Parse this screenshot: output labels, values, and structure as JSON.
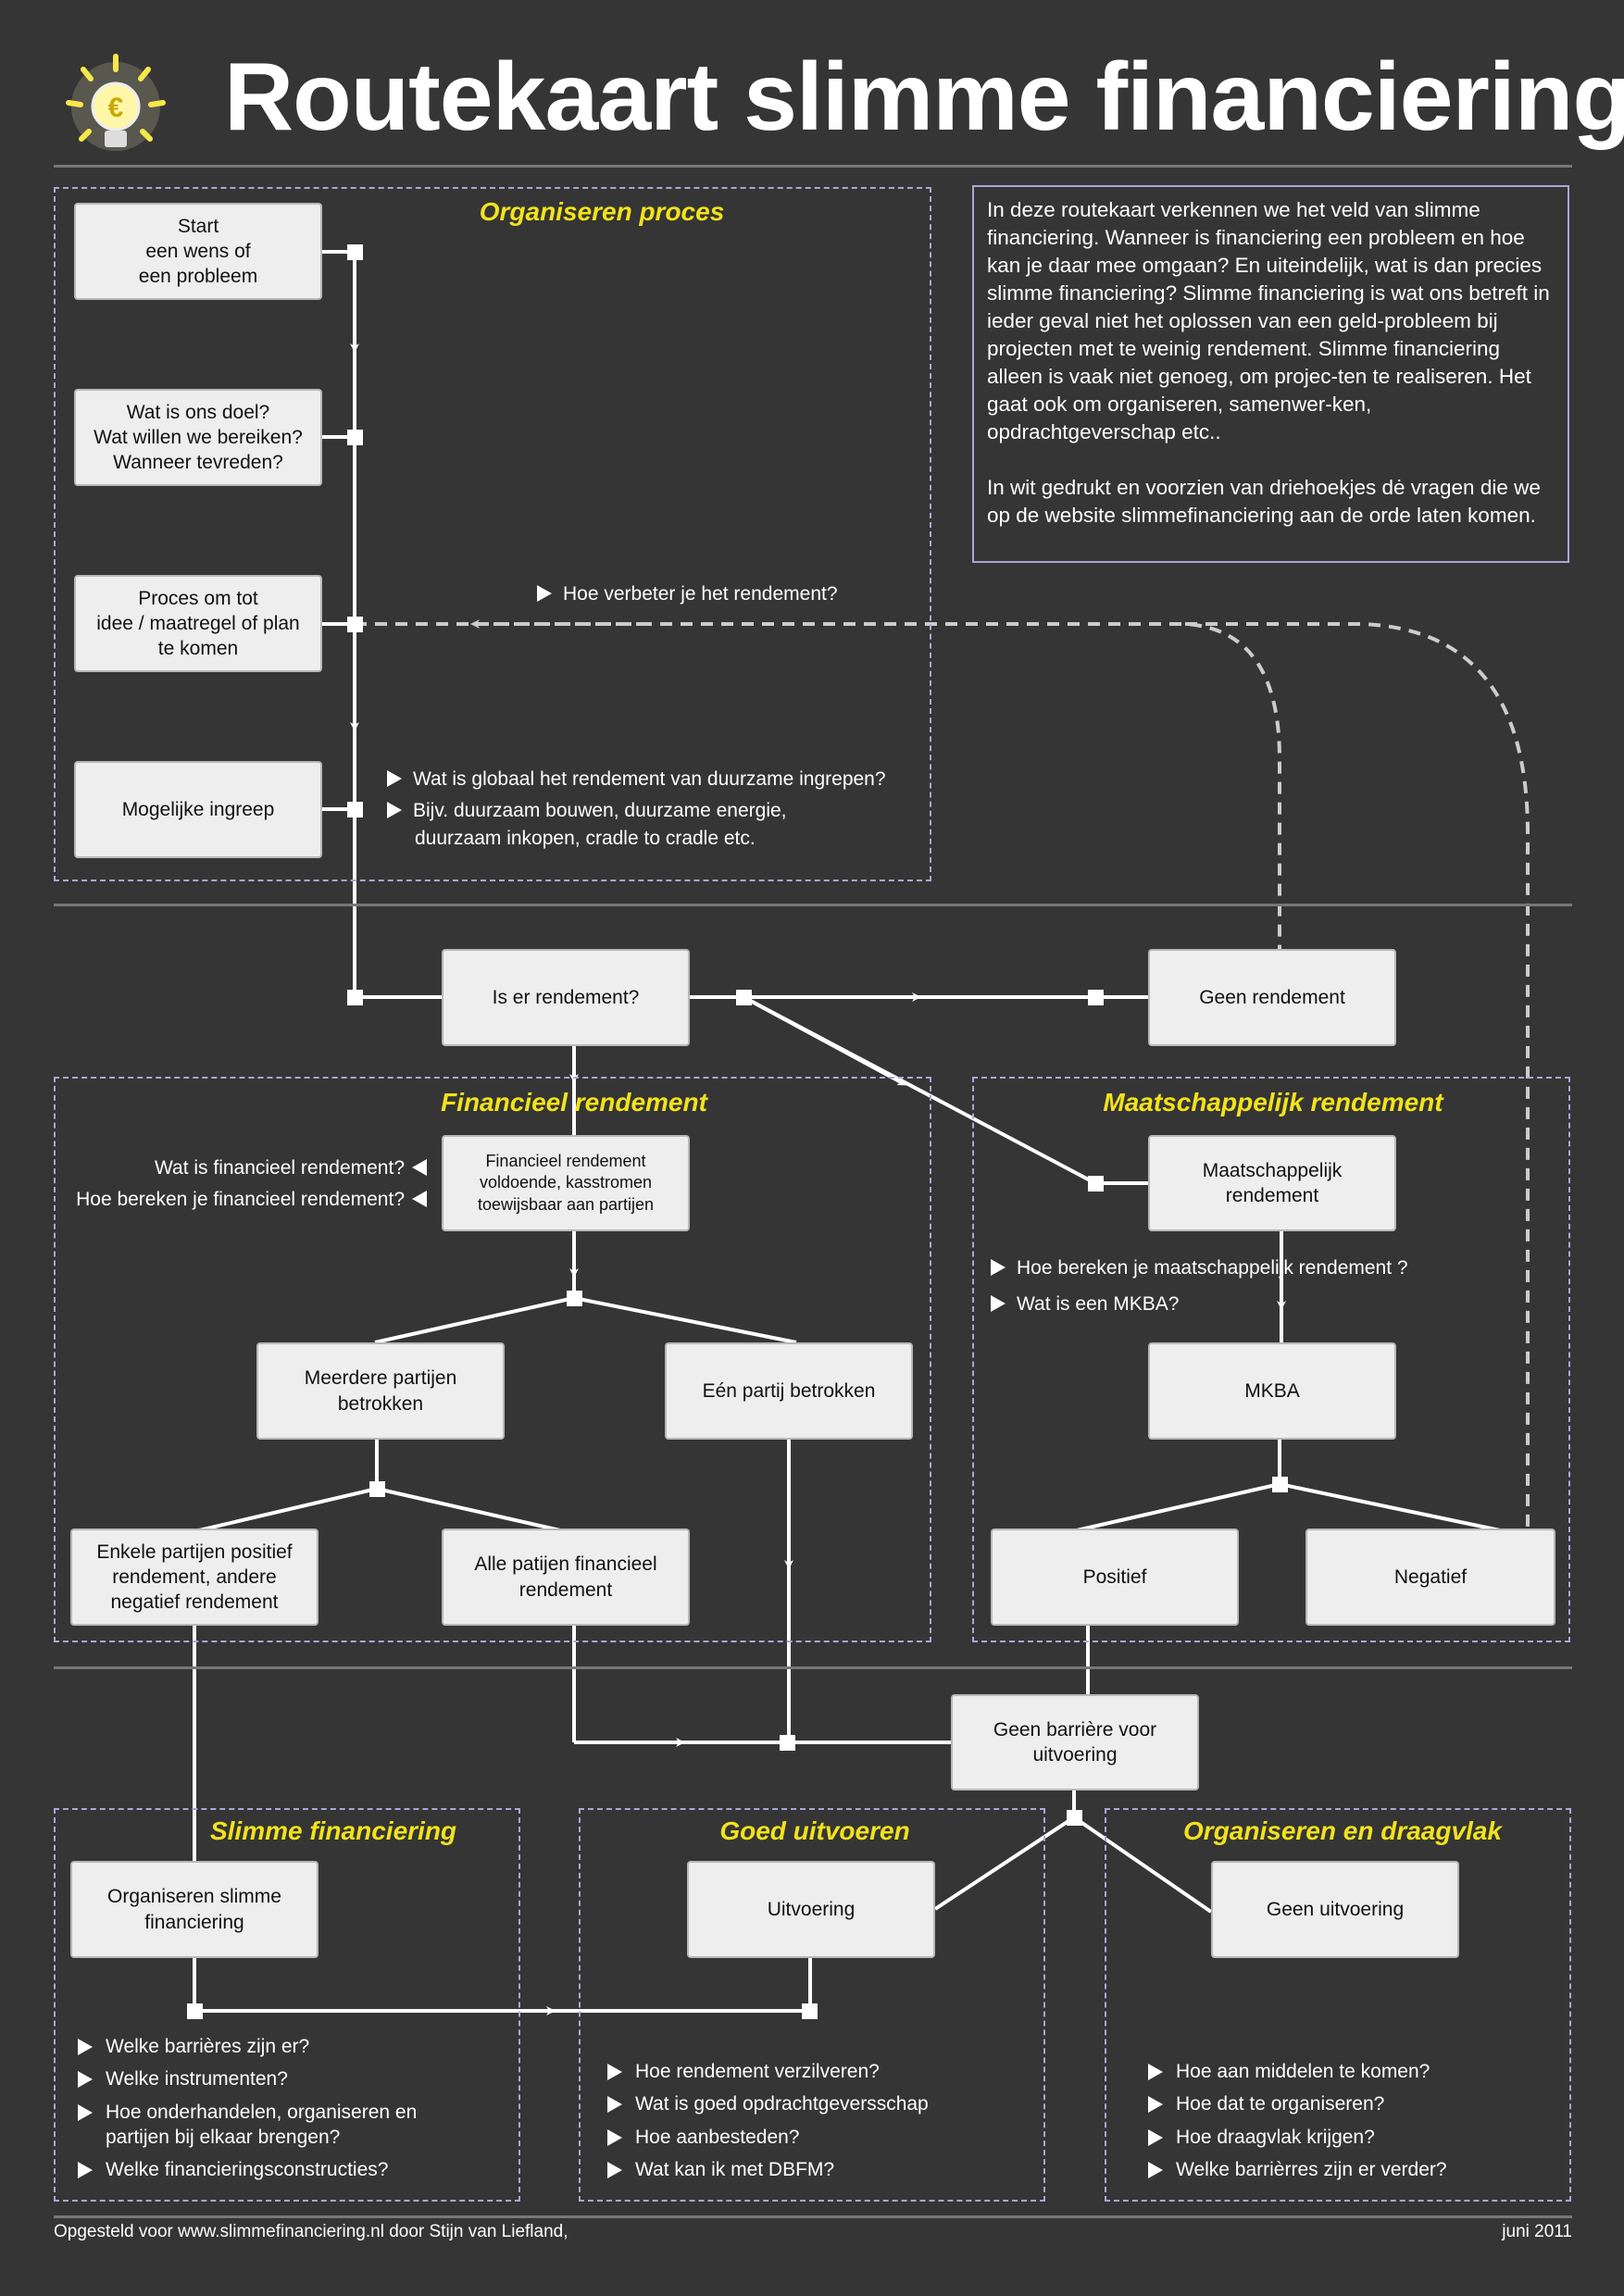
{
  "title": "Routekaart slimme financiering",
  "intro": {
    "paragraph1": "In deze routekaart verkennen we het veld van slimme financiering. Wanneer is financiering een probleem en hoe kan je daar mee omgaan? En uiteindelijk, wat is dan precies slimme financiering? Slimme financiering is wat ons betreft in ieder geval niet het oplossen van een geld-probleem bij projecten met te weinig rendement. Slimme financiering alleen is vaak niet genoeg, om projec-ten te realiseren. Het gaat ook om organiseren, samenwer-ken, opdrachtgeverschap etc..",
    "paragraph2": "In wit gedrukt en voorzien van driehoekjes dė vragen die we op de website slimmefinanciering aan de orde laten komen."
  },
  "sections": {
    "organiseren_proces": "Organiseren proces",
    "financieel_rendement": "Financieel rendement",
    "maatschappelijk_rendement": "Maatschappelijk rendement",
    "slimme_financiering": "Slimme financiering",
    "goed_uitvoeren": "Goed uitvoeren",
    "organiseren_draagvlak": "Organiseren en draagvlak"
  },
  "boxes": {
    "start": "Start\neen wens of\neen probleem",
    "doel": "Wat is ons doel?\nWat willen we bereiken?\nWanneer tevreden?",
    "proces": "Proces om tot\nidee / maatregel of plan\nte komen",
    "ingreep": "Mogelijke ingreep",
    "is_er_rendement": "Is er rendement?",
    "geen_rendement": "Geen rendement",
    "fin_voldoende": "Financieel rendement\nvoldoende, kasstromen\ntoewijsbaar aan partijen",
    "meerdere": "Meerdere partijen\nbetrokken",
    "een_partij": "Eén partij betrokken",
    "enkele": "Enkele partijen positief\nrendement, andere\nnegatief rendement",
    "alle": "Alle patijen financieel\nrendement",
    "maatschappelijk": "Maatschappelijk\nrendement",
    "mkba": "MKBA",
    "positief": "Positief",
    "negatief": "Negatief",
    "geen_barriere": "Geen barrière voor\nuitvoering",
    "organiseren_slimme": "Organiseren slimme\nfinanciering",
    "uitvoering": "Uitvoering",
    "geen_uitvoering": "Geen uitvoering"
  },
  "questions": {
    "verbeter": "Hoe verbeter je het rendement?",
    "globaal": "Wat is globaal het rendement van duurzame ingrepen?",
    "bijv": "Bijv. duurzaam bouwen, duurzame energie,",
    "bijv2": "duurzaam inkopen, cradle to cradle etc.",
    "fin_wat": "Wat is financieel rendement?",
    "fin_hoe": "Hoe bereken je financieel rendement?",
    "maat_hoe": "Hoe bereken je maatschappelijk rendement ?",
    "mkba_wat": "Wat is een MKBA?",
    "slim": [
      "Welke barrières zijn er?",
      "Welke instrumenten?",
      "Hoe onderhandelen, organiseren  en\npartijen  bij elkaar brengen?",
      "Welke financieringsconstructies?"
    ],
    "goed": [
      "Hoe rendement verzilveren?",
      "Wat is goed opdrachtgeversschap",
      "Hoe aanbesteden?",
      "Wat kan ik met DBFM?"
    ],
    "draag": [
      "Hoe aan middelen te komen?",
      "Hoe dat te organiseren?",
      "Hoe draagvlak krijgen?",
      "Welke barrièrres zijn er verder?"
    ]
  },
  "footer": {
    "left": "Opgesteld voor www.slimmefinanciering.nl door Stijn van Liefland,",
    "right": "juni 2011"
  },
  "colors": {
    "background": "#353535",
    "accent_yellow": "#f2e21d",
    "section_border": "#a9a6d6"
  }
}
